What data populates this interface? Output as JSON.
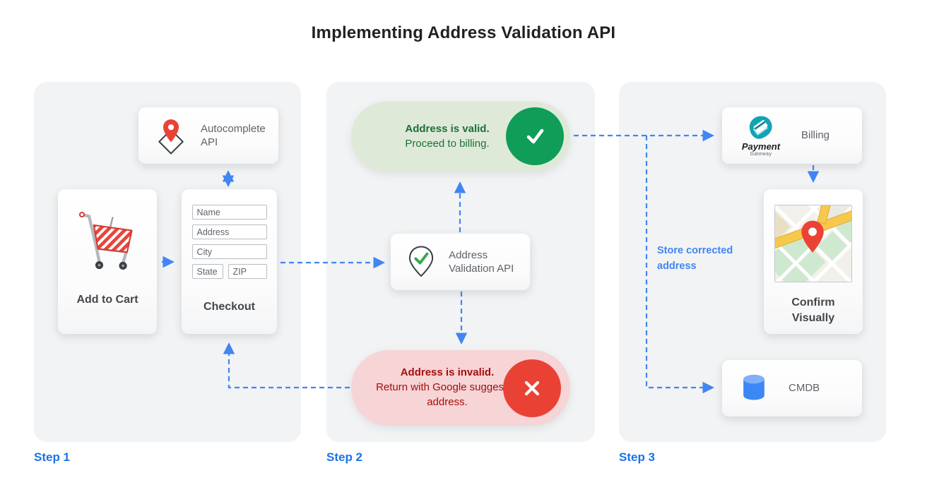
{
  "title": "Implementing Address Validation API",
  "step_labels": {
    "step1": "Step 1",
    "step2": "Step 2",
    "step3": "Step 3"
  },
  "step1": {
    "autocomplete": {
      "label": "Autocomplete API",
      "icon": "map-pin-diamond-icon"
    },
    "add_to_cart": {
      "label": "Add to Cart",
      "icon": "shopping-cart-icon"
    },
    "checkout": {
      "label": "Checkout",
      "fields": {
        "name": "Name",
        "address": "Address",
        "city": "City",
        "state": "State",
        "zip": "ZIP"
      }
    }
  },
  "step2": {
    "valid": {
      "title": "Address is valid.",
      "subtitle": "Proceed to billing.",
      "icon": "check-icon"
    },
    "validation_api": {
      "label": "Address Validation API",
      "icon": "map-pin-check-icon"
    },
    "invalid": {
      "title": "Address is invalid.",
      "subtitle": "Return with Google suggested address.",
      "icon": "x-icon"
    }
  },
  "step3": {
    "billing": {
      "label": "Billing",
      "logo_title": "Payment",
      "logo_subtitle": "Gateway",
      "icon": "payment-gateway-icon"
    },
    "confirm": {
      "label": "Confirm Visually",
      "icon": "map-thumbnail-icon"
    },
    "cmdb": {
      "label": "CMDB",
      "icon": "database-icon"
    },
    "store_note": "Store corrected address"
  },
  "colors": {
    "arrow_blue": "#4285f4",
    "step_blue": "#1a73e8",
    "valid_green": "#0f9d58",
    "invalid_red": "#e94235",
    "valid_bg": "#dfe9d8",
    "invalid_bg": "#f7d4d6",
    "panel_bg": "#f1f3f4"
  }
}
